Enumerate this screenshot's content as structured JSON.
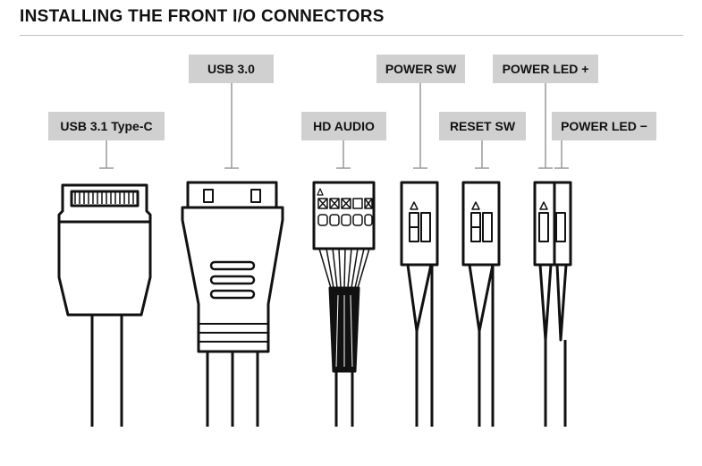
{
  "title": "INSTALLING THE FRONT I/O CONNECTORS",
  "connectors": [
    {
      "id": "usb31c",
      "label": "USB 3.1 Type-C"
    },
    {
      "id": "usb30",
      "label": "USB 3.0"
    },
    {
      "id": "hdaudio",
      "label": "HD AUDIO"
    },
    {
      "id": "powersw",
      "label": "POWER SW"
    },
    {
      "id": "resetsw",
      "label": "RESET SW"
    },
    {
      "id": "powerledplus",
      "label": "POWER LED +"
    },
    {
      "id": "powerledminus",
      "label": "POWER LED −"
    }
  ],
  "colors": {
    "label_bg": "#d0d0d0",
    "leader": "#999999",
    "stroke": "#111111"
  }
}
